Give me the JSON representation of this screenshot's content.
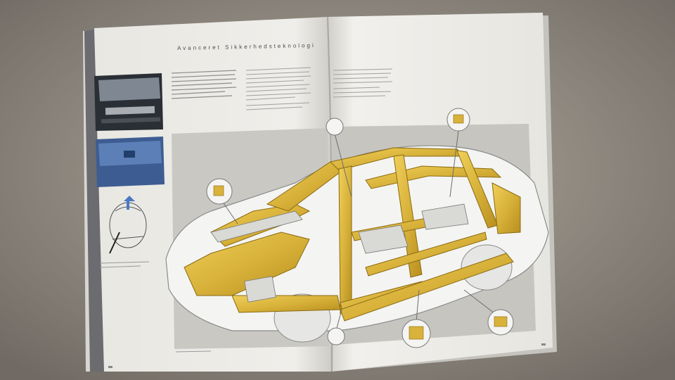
{
  "page": {
    "section_title": "Avanceret Sikkerhedsteknologi",
    "background_color": "#9a948b",
    "paper_color": "#efeeea",
    "panel_color": "#c9c8c3",
    "frame_color": "#d8b23a",
    "frame_edge_color": "#8a6a12"
  },
  "photos": {
    "top_photo_label": "car-interior-photo",
    "mid_photo_label": "blue-panel-photo",
    "diagram_label": "airbag-seat-diagram"
  }
}
